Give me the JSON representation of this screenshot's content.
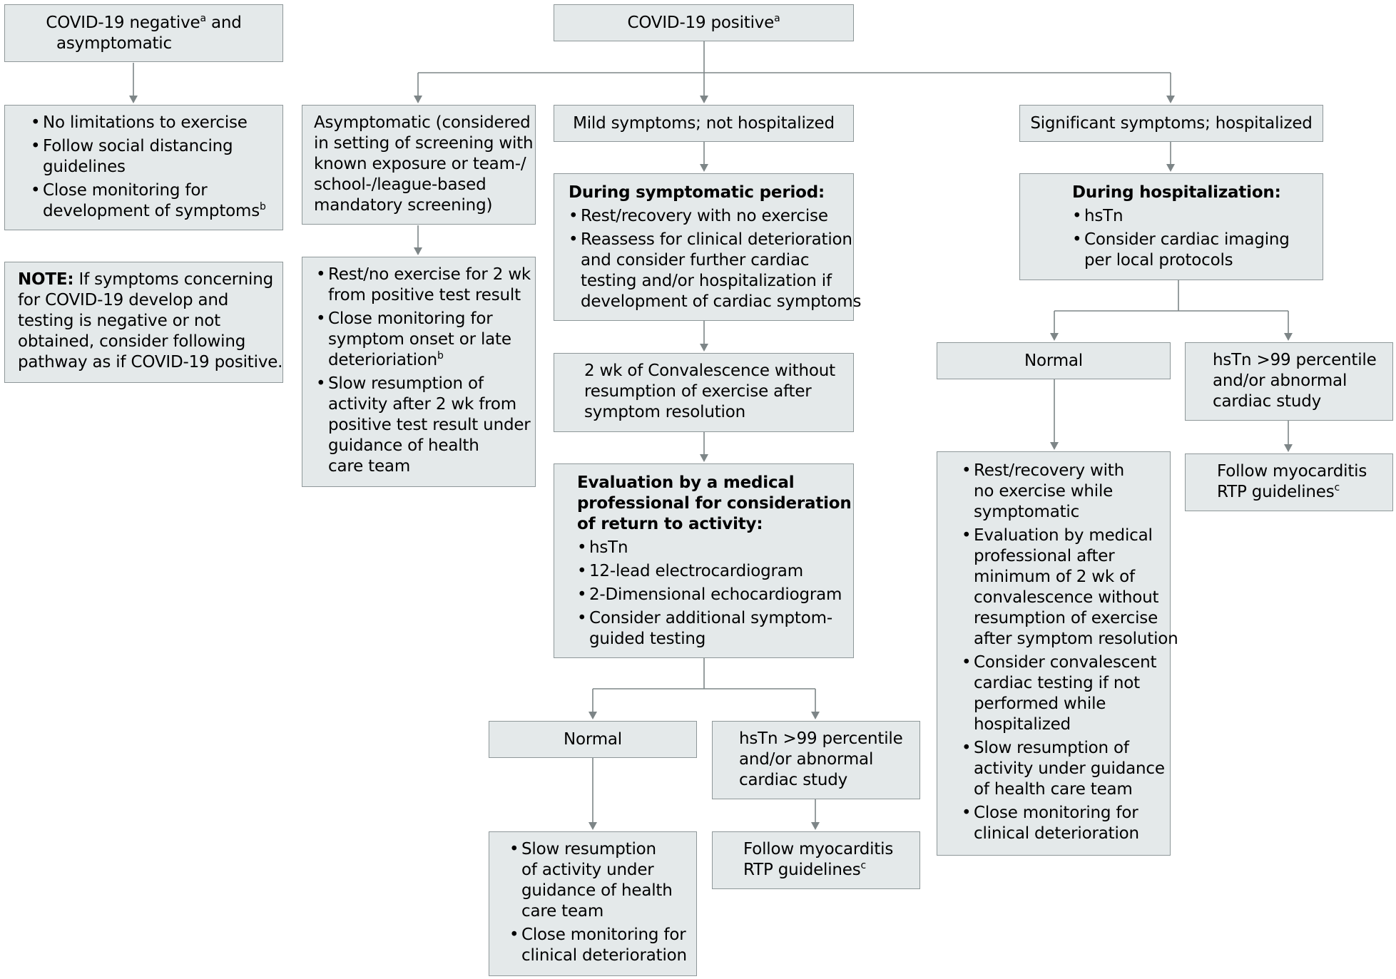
{
  "flowchart": {
    "negative_title": [
      "COVID-19 negative",
      "a",
      " and",
      "asymptomatic"
    ],
    "negative_items": [
      [
        "No limitations to exercise"
      ],
      [
        "Follow social distancing",
        "guidelines"
      ],
      [
        "Close monitoring for",
        "development of symptoms",
        "b"
      ]
    ],
    "note": {
      "label": "NOTE:",
      "text": [
        " If symptoms concerning",
        "for COVID-19 develop and",
        "testing is negative or not",
        "obtained, consider following",
        "pathway as if COVID-19 positive."
      ]
    },
    "positive_title": [
      "COVID-19 positive",
      "a"
    ],
    "asymptomatic": {
      "title": [
        "Asymptomatic (considered",
        "in setting of screening with",
        "known exposure or team-/",
        "school-/league-based",
        "mandatory screening)"
      ],
      "items": [
        [
          "Rest/no exercise for 2 wk",
          "from positive test result"
        ],
        [
          "Close monitoring for",
          "symptom onset or late",
          "deterioriation",
          "b"
        ],
        [
          "Slow resumption of",
          "activity after 2 wk from",
          "positive test result under",
          "guidance of health",
          "care team"
        ]
      ]
    },
    "mild": {
      "title": "Mild symptoms; not hospitalized",
      "symptomatic_head": "During symptomatic period:",
      "symptomatic_items": [
        [
          "Rest/recovery with no exercise"
        ],
        [
          "Reassess for clinical deterioration",
          "and consider further cardiac",
          "testing and/or hospitalization if",
          "development of cardiac symptoms"
        ]
      ],
      "convalescence": [
        "2 wk of Convalescence without",
        "resumption of exercise after",
        "symptom resolution"
      ],
      "evaluation_head": [
        "Evaluation by a medical",
        "professional for consideration",
        "of return to activity:"
      ],
      "evaluation_items": [
        [
          "hsTn"
        ],
        [
          "12-lead electrocardiogram"
        ],
        [
          "2-Dimensional echocardiogram"
        ],
        [
          "Consider additional symptom-",
          "guided testing"
        ]
      ],
      "normal": "Normal",
      "abnormal": [
        "hsTn >99 percentile",
        "and/or abnormal",
        "cardiac study"
      ],
      "normal_items": [
        [
          "Slow resumption",
          "of activity under",
          "guidance of health",
          "care team"
        ],
        [
          "Close monitoring for",
          "clinical deterioration"
        ]
      ],
      "myocarditis": [
        "Follow myocarditis",
        "RTP guidelines",
        "c"
      ]
    },
    "significant": {
      "title": "Significant symptoms; hospitalized",
      "hosp_head": "During hospitalization:",
      "hosp_items": [
        [
          "hsTn"
        ],
        [
          "Consider cardiac imaging",
          "per local protocols"
        ]
      ],
      "normal": "Normal",
      "abnormal": [
        "hsTn >99 percentile",
        "and/or abnormal",
        "cardiac study"
      ],
      "normal_items": [
        [
          "Rest/recovery with",
          "no exercise while",
          "symptomatic"
        ],
        [
          "Evaluation by medical",
          "professional after",
          "minimum of 2 wk of",
          "convalescence without",
          "resumption of exercise",
          "after symptom resolution"
        ],
        [
          "Consider convalescent",
          "cardiac testing if not",
          "performed while",
          "hospitalized"
        ],
        [
          "Slow resumption of",
          "activity under guidance",
          "of health care team"
        ],
        [
          "Close monitoring for",
          "clinical deterioration"
        ]
      ],
      "myocarditis": [
        "Follow myocarditis",
        "RTP guidelines",
        "c"
      ]
    }
  }
}
